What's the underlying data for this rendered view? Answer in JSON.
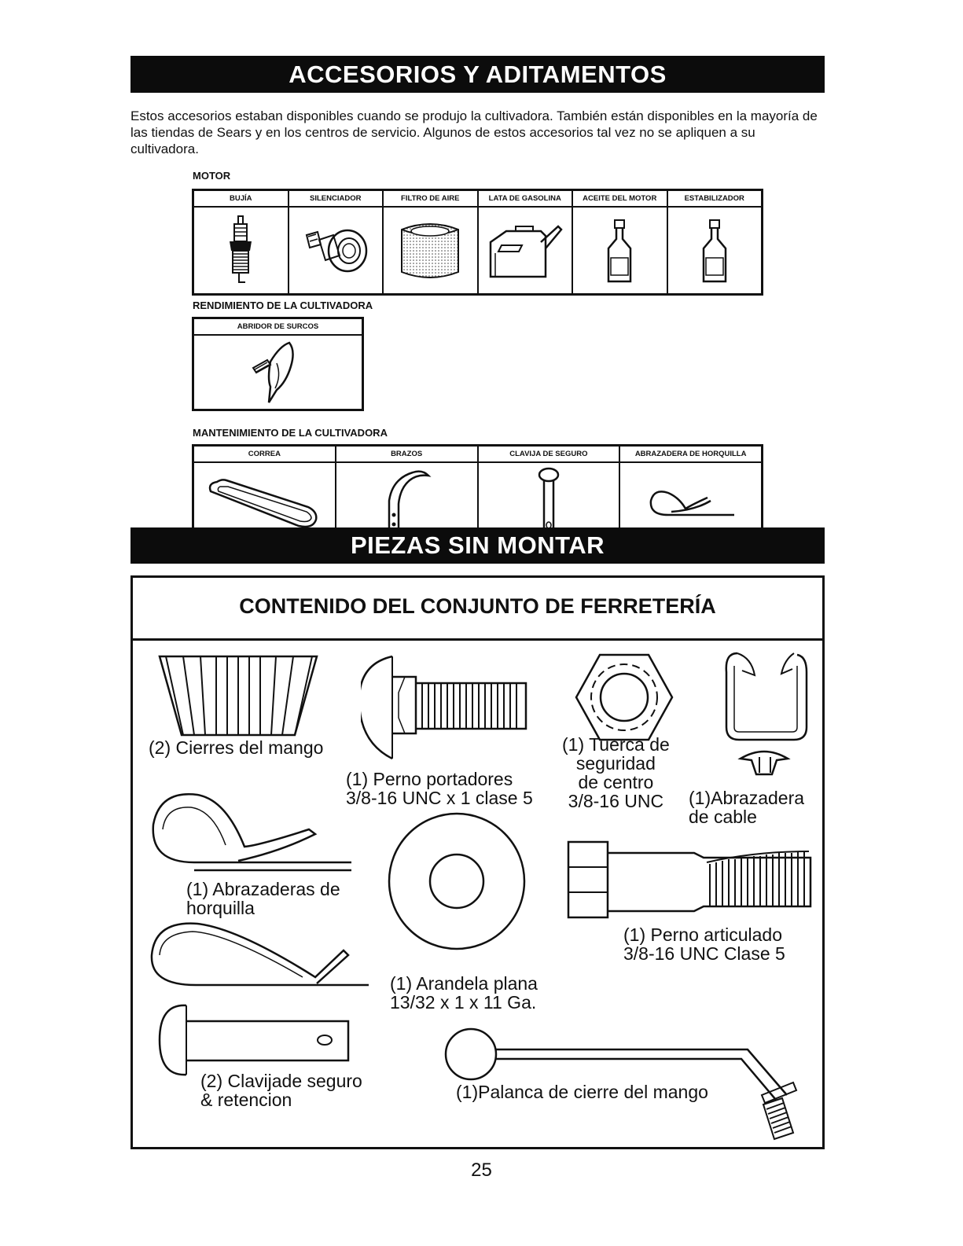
{
  "accessories": {
    "title": "ACCESORIOS Y ADITAMENTOS",
    "intro": "Estos accesorios estaban disponibles cuando se produjo la cultivadora. También están disponibles en la mayoría de las tiendas de Sears y en los centros de servicio. Algunos de estos accesorios tal vez no se apliquen a su cultivadora.",
    "motor": {
      "label": "MOTOR",
      "items": [
        "BUJÍA",
        "SILENCIADOR",
        "FILTRO DE AIRE",
        "LATA DE GASOLINA",
        "ACEITE DEL MOTOR",
        "ESTABILIZADOR"
      ],
      "icons": [
        "spark-plug-icon",
        "muffler-icon",
        "air-filter-icon",
        "gas-can-icon",
        "oil-bottle-icon",
        "stabilizer-bottle-icon"
      ]
    },
    "performance": {
      "label": "RENDIMIENTO DE LA CULTIVADORA",
      "items": [
        "ABRIDOR DE SURCOS"
      ],
      "icons": [
        "furrow-opener-icon"
      ]
    },
    "maintenance": {
      "label": "MANTENIMIENTO DE LA CULTIVADORA",
      "items": [
        "CORREA",
        "BRAZOS",
        "CLAVIJA DE SEGURO",
        "ABRAZADERA DE HORQUILLA"
      ],
      "icons": [
        "belt-icon",
        "tine-icon",
        "clevis-pin-icon",
        "hairpin-clip-icon"
      ]
    }
  },
  "loose_parts": {
    "title": "PIEZAS SIN MONTAR",
    "hardware_title": "CONTENIDO DEL CONJUNTO DE FERRETERÍA",
    "items": {
      "handle_clamps": [
        "(2) Cierres del mango"
      ],
      "carriage_bolt": [
        "(1) Perno portadores",
        "3/8-16 UNC x 1 clase 5"
      ],
      "lock_nut": [
        "(1) Tuerca de",
        "seguridad",
        "de centro",
        "3/8-16 UNC"
      ],
      "cable_clamp": [
        "(1)Abrazadera",
        "de cable"
      ],
      "hairpin_clips": [
        "(1) Abrazaderas de",
        "horquilla"
      ],
      "flat_washer": [
        "(1) Arandela plana",
        "13/32 x 1 x 11 Ga."
      ],
      "shoulder_bolt": [
        "(1) Perno articulado",
        "3/8-16 UNC Clase 5"
      ],
      "clevis_pins": [
        "(2) Clavijade seguro",
        "& retencion"
      ],
      "handle_lever": [
        "(1)Palanca de cierre del mango"
      ]
    }
  },
  "page_number": "25"
}
